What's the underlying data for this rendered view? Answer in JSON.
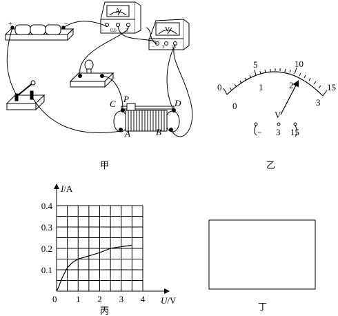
{
  "captions": {
    "fig_a": "甲",
    "fig_b": "乙",
    "fig_c": "丙",
    "fig_d": "丁"
  },
  "circuit": {
    "battery_plus": "+",
    "battery_minus": "−",
    "ammeter_symbol": "A",
    "ammeter_terminals": [
      "−",
      "0.6",
      "3"
    ],
    "voltmeter_symbol": "V",
    "voltmeter_terminals": [
      "−",
      "3",
      "15"
    ],
    "rheostat_labels": {
      "c": "C",
      "p": "P",
      "d": "D",
      "a": "A",
      "b": "B"
    }
  },
  "voltmeter_dial": {
    "outer_scale": [
      "0",
      "5",
      "10",
      "15"
    ],
    "inner_scale": [
      "0",
      "1",
      "2",
      "3"
    ],
    "symbol": "V",
    "terminals": [
      "−",
      "3",
      "15"
    ]
  },
  "chart_data": {
    "type": "line",
    "ylabel_var": "I",
    "ylabel_unit": "/A",
    "xlabel_var": "U",
    "xlabel_unit": "/V",
    "origin": "0",
    "x_ticks": [
      "1",
      "2",
      "3",
      "4"
    ],
    "y_ticks": [
      "0.1",
      "0.2",
      "0.3",
      "0.4"
    ],
    "xlim": [
      0,
      4
    ],
    "ylim": [
      0,
      0.4
    ],
    "grid": true,
    "series": [
      {
        "x": [
          0,
          0.1,
          0.25,
          0.5,
          0.75,
          1.0,
          1.5,
          2.0,
          2.5,
          3.0,
          3.5
        ],
        "y": [
          0,
          0.02,
          0.06,
          0.11,
          0.135,
          0.15,
          0.165,
          0.18,
          0.2,
          0.208,
          0.215
        ]
      }
    ]
  }
}
